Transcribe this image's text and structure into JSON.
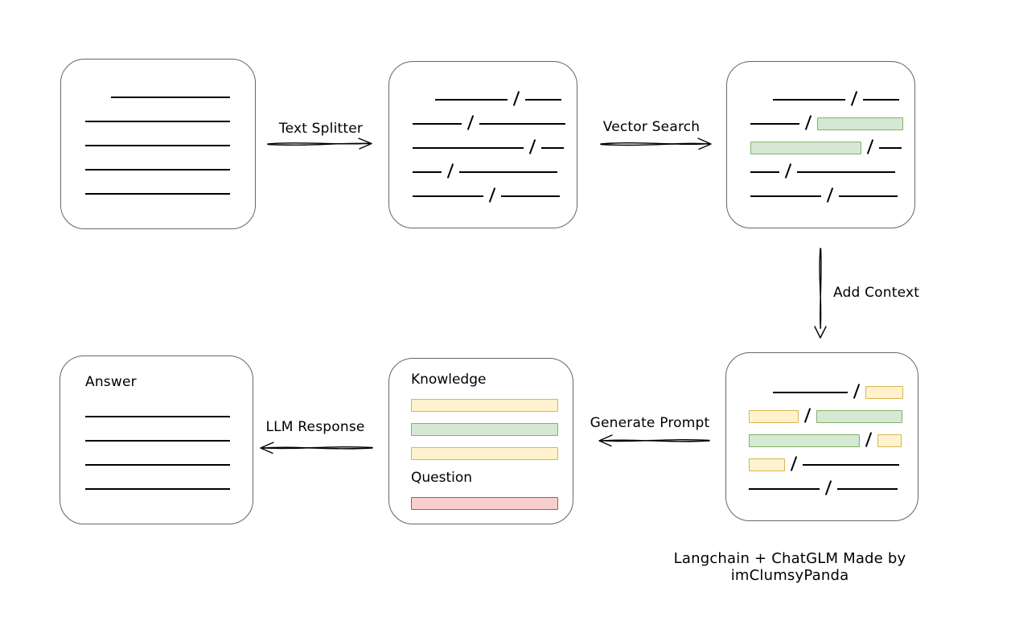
{
  "caption": "Langchain + ChatGLM Made by imClumsyPanda",
  "palette": {
    "green_fill": "#d5e8d4",
    "green_border": "#82b366",
    "yellow_fill": "#fff2cc",
    "yellow_border": "#d6b656",
    "red_fill": "#f8cecc",
    "red_border": "#b85450",
    "node_border": "#666666",
    "stroke": "#000000"
  },
  "arrows": {
    "text_splitter": {
      "label": "Text Splitter",
      "direction": "right"
    },
    "vector_search": {
      "label": "Vector Search",
      "direction": "right"
    },
    "add_context": {
      "label": "Add Context",
      "direction": "down"
    },
    "generate_prompt": {
      "label": "Generate Prompt",
      "direction": "left"
    },
    "llm_response": {
      "label": "LLM Response",
      "direction": "left"
    }
  },
  "nodes": {
    "source_document": {
      "rows": [
        [
          {
            "t": "gap",
            "w": 32
          },
          {
            "t": "line",
            "w": 148
          }
        ],
        [
          {
            "t": "line",
            "w": 180
          }
        ],
        [
          {
            "t": "line",
            "w": 180
          }
        ],
        [
          {
            "t": "line",
            "w": 180
          }
        ],
        [
          {
            "t": "line",
            "w": 180
          }
        ]
      ]
    },
    "split_chunks": {
      "rows": [
        [
          {
            "t": "gap",
            "w": 28
          },
          {
            "t": "line",
            "w": 90
          },
          {
            "t": "slash"
          },
          {
            "t": "line",
            "w": 45
          }
        ],
        [
          {
            "t": "line",
            "w": 61
          },
          {
            "t": "slash"
          },
          {
            "t": "line",
            "w": 107
          }
        ],
        [
          {
            "t": "line",
            "w": 138
          },
          {
            "t": "slash"
          },
          {
            "t": "line",
            "w": 28
          }
        ],
        [
          {
            "t": "line",
            "w": 36
          },
          {
            "t": "slash"
          },
          {
            "t": "line",
            "w": 122
          }
        ],
        [
          {
            "t": "line",
            "w": 88
          },
          {
            "t": "slash"
          },
          {
            "t": "line",
            "w": 73
          }
        ]
      ]
    },
    "vector_matches": {
      "rows": [
        [
          {
            "t": "gap",
            "w": 28
          },
          {
            "t": "line",
            "w": 90
          },
          {
            "t": "slash"
          },
          {
            "t": "line",
            "w": 45
          }
        ],
        [
          {
            "t": "line",
            "w": 61
          },
          {
            "t": "slash"
          },
          {
            "t": "green",
            "w": 107
          }
        ],
        [
          {
            "t": "green",
            "w": 138
          },
          {
            "t": "slash"
          },
          {
            "t": "line",
            "w": 28
          }
        ],
        [
          {
            "t": "line",
            "w": 36
          },
          {
            "t": "slash"
          },
          {
            "t": "line",
            "w": 122
          }
        ],
        [
          {
            "t": "line",
            "w": 88
          },
          {
            "t": "slash"
          },
          {
            "t": "line",
            "w": 73
          }
        ]
      ]
    },
    "context_chunks": {
      "rows": [
        [
          {
            "t": "gap",
            "w": 30
          },
          {
            "t": "line",
            "w": 93
          },
          {
            "t": "slash"
          },
          {
            "t": "yellow",
            "w": 47
          }
        ],
        [
          {
            "t": "yellow",
            "w": 62
          },
          {
            "t": "slash"
          },
          {
            "t": "green",
            "w": 107
          }
        ],
        [
          {
            "t": "green",
            "w": 138
          },
          {
            "t": "slash"
          },
          {
            "t": "yellow",
            "w": 30
          }
        ],
        [
          {
            "t": "yellow",
            "w": 45
          },
          {
            "t": "slash"
          },
          {
            "t": "line",
            "w": 120
          }
        ],
        [
          {
            "t": "line",
            "w": 88
          },
          {
            "t": "slash"
          },
          {
            "t": "line",
            "w": 75
          }
        ]
      ]
    },
    "prompt": {
      "sections": [
        {
          "label": "Knowledge",
          "bars": [
            "yellow",
            "green",
            "yellow"
          ]
        },
        {
          "label": "Question",
          "bars": [
            "red"
          ]
        }
      ]
    },
    "answer": {
      "label": "Answer",
      "rows": [
        [
          {
            "t": "line",
            "w": 180
          }
        ],
        [
          {
            "t": "line",
            "w": 180
          }
        ],
        [
          {
            "t": "line",
            "w": 180
          }
        ],
        [
          {
            "t": "line",
            "w": 180
          }
        ]
      ]
    }
  }
}
